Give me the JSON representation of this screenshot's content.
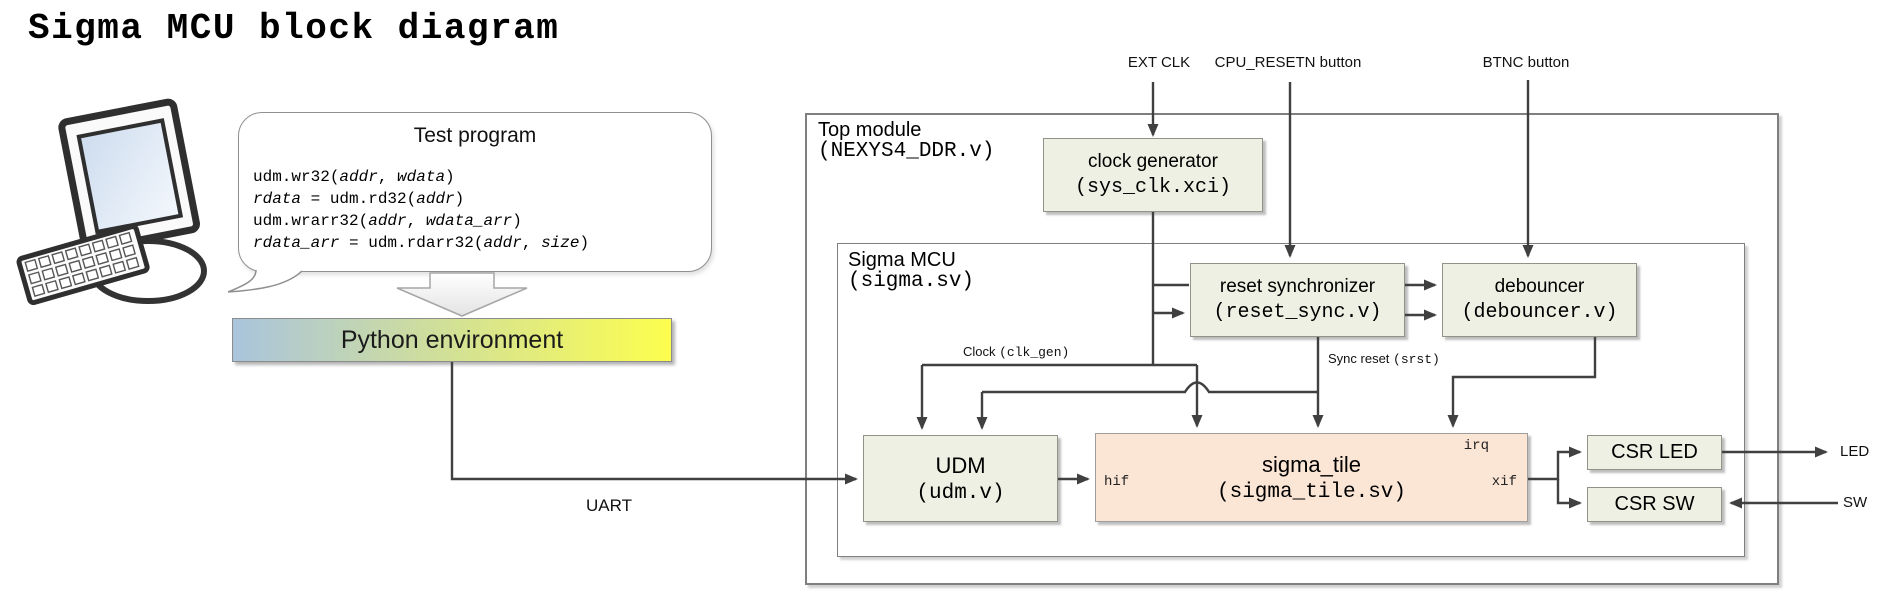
{
  "title": "Sigma MCU block diagram",
  "bubble": {
    "title": "Test program",
    "code": [
      [
        {
          "t": "udm.wr32(",
          "i": false
        },
        {
          "t": "addr",
          "i": true
        },
        {
          "t": ", ",
          "i": false
        },
        {
          "t": "wdata",
          "i": true
        },
        {
          "t": ")",
          "i": false
        }
      ],
      [
        {
          "t": "rdata",
          "i": true
        },
        {
          "t": " = udm.rd32(",
          "i": false
        },
        {
          "t": "addr",
          "i": true
        },
        {
          "t": ")",
          "i": false
        }
      ],
      [
        {
          "t": "udm.wrarr32(",
          "i": false
        },
        {
          "t": "addr",
          "i": true
        },
        {
          "t": ", ",
          "i": false
        },
        {
          "t": "wdata_arr",
          "i": true
        },
        {
          "t": ")",
          "i": false
        }
      ],
      [
        {
          "t": "rdata_arr",
          "i": true
        },
        {
          "t": " = udm.rdarr32(",
          "i": false
        },
        {
          "t": "addr",
          "i": true
        },
        {
          "t": ", ",
          "i": false
        },
        {
          "t": "size",
          "i": true
        },
        {
          "t": ")",
          "i": false
        }
      ]
    ]
  },
  "python_env": {
    "label": "Python environment"
  },
  "connections": {
    "uart": "UART",
    "ext_clk": "EXT CLK",
    "cpu_resetn": "CPU_RESETN button",
    "btnc": "BTNC button",
    "clock": {
      "text": "Clock ",
      "mono": "(clk_gen)"
    },
    "sync_reset": {
      "text": "Sync reset ",
      "mono": "(srst)"
    },
    "led": "LED",
    "sw": "SW"
  },
  "modules": {
    "top": {
      "name": "Top module",
      "file": "(NEXYS4_DDR.v)"
    },
    "clock_generator": {
      "name": "clock generator",
      "file": "(sys_clk.xci)"
    },
    "sigma_mcu": {
      "name": "Sigma MCU",
      "file": "(sigma.sv)"
    },
    "reset_synchronizer": {
      "name": "reset synchronizer",
      "file": "(reset_sync.v)"
    },
    "debouncer": {
      "name": "debouncer",
      "file": "(debouncer.v)"
    },
    "udm": {
      "name": "UDM",
      "file": "(udm.v)"
    },
    "sigma_tile": {
      "name": "sigma_tile",
      "file": "(sigma_tile.sv)",
      "port_hif": "hif",
      "port_xif": "xif",
      "port_irq": "irq"
    },
    "csr_led": {
      "name": "CSR LED"
    },
    "csr_sw": {
      "name": "CSR SW"
    }
  },
  "colors": {
    "line": "#404040",
    "module_fill": "#edf0e3",
    "module_border": "#8f9488",
    "tile_fill": "#fbe5d5",
    "tile_border": "#9e9e9e",
    "container_border": "#7f7f7f",
    "python_left": "#a9c4dd",
    "python_right": "#fdfe4e"
  }
}
